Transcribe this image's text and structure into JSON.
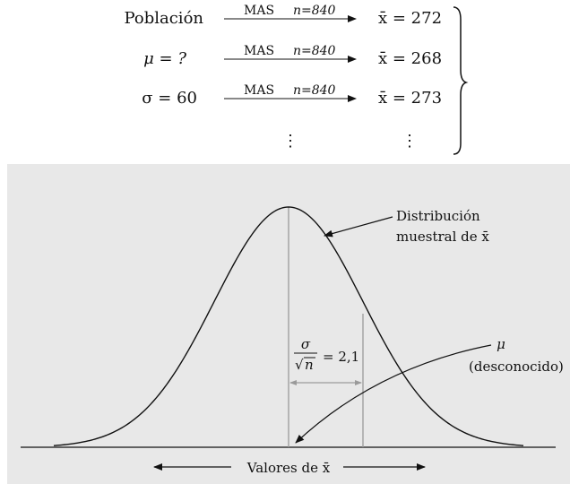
{
  "sampling": {
    "rows": [
      {
        "left": "Población",
        "arrow_method": "MAS",
        "arrow_n": "n=840",
        "result": "x̄ = 272"
      },
      {
        "left": "μ = ?",
        "arrow_method": "MAS",
        "arrow_n": "n=840",
        "result": "x̄ = 268"
      },
      {
        "left": "σ = 60",
        "arrow_method": "MAS",
        "arrow_n": "n=840",
        "result": "x̄ = 273"
      }
    ],
    "ellipsis": "⋮"
  },
  "figure": {
    "distribution_label_line1": "Distribución",
    "distribution_label_line2": "muestral de x̄",
    "mu_label_line1": "μ",
    "mu_label_line2": "(desconocido)",
    "sd_fraction_num": "σ",
    "sd_fraction_den_sqrt": "√",
    "sd_fraction_den_n": "n",
    "sd_value": "= 2,1",
    "axis_label": "Valores de x̄",
    "colors": {
      "panel_bg": "#e8e8e8",
      "curve": "#111111",
      "guide_lines": "#9a9a9a"
    }
  }
}
